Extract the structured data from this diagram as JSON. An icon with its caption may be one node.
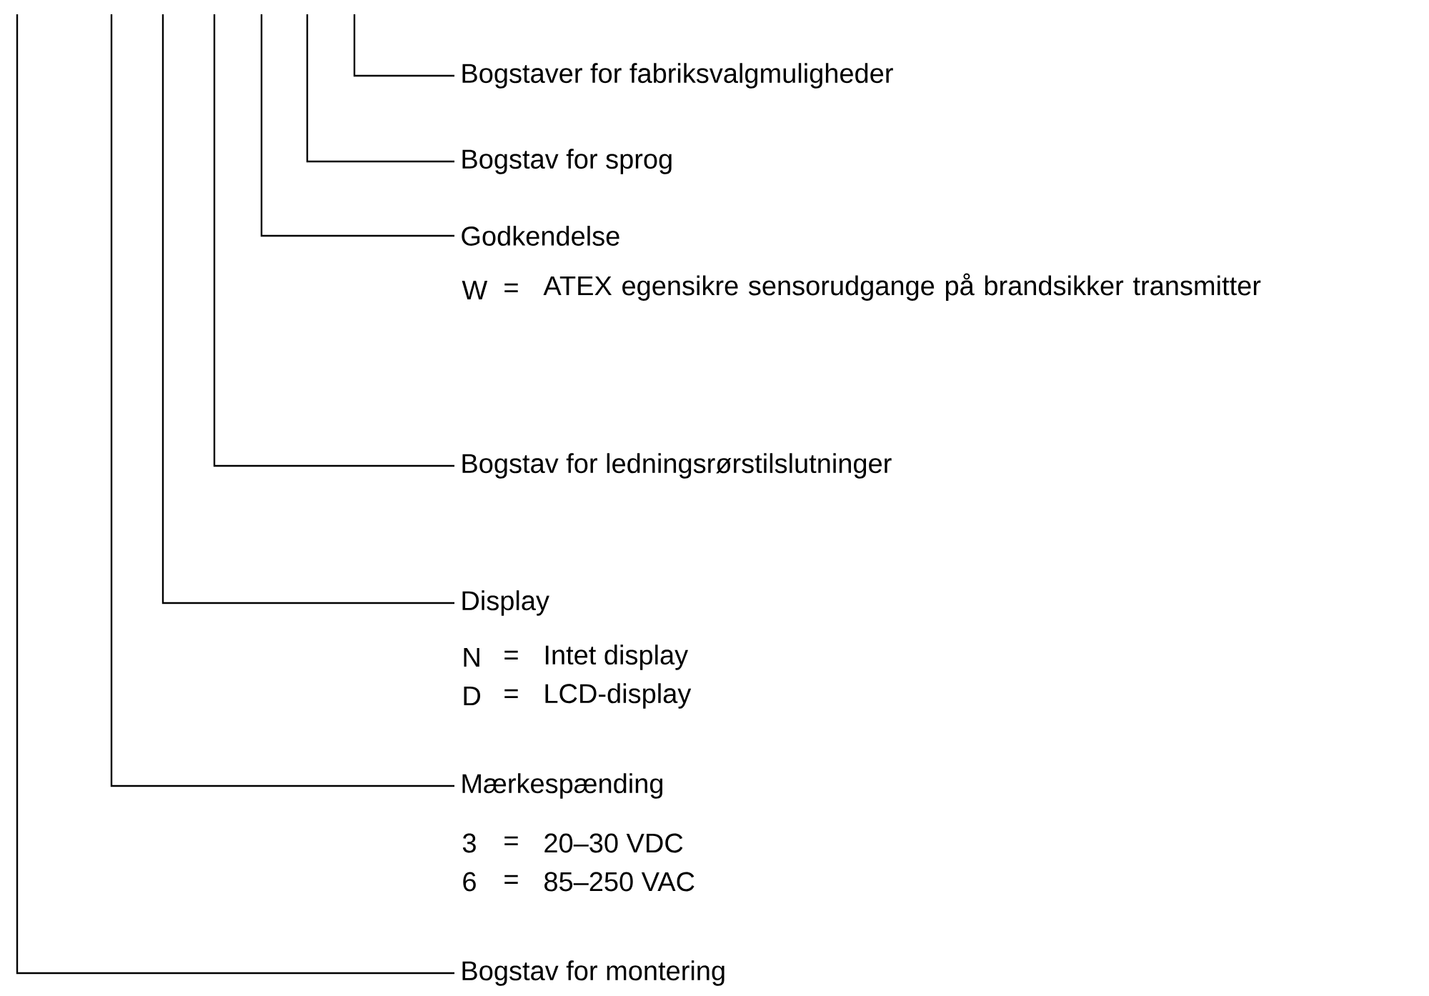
{
  "diagram": {
    "nodes": [
      {
        "text": [
          "Bogstaver for fabriksvalgmuligheder"
        ]
      },
      {
        "text": [
          "Bogstav for sprog"
        ]
      },
      {
        "text": [
          "Godkendelse"
        ]
      },
      {
        "text": [
          "Bogstav for ledningsrørstilslutninger"
        ]
      },
      {
        "text": [
          "Display"
        ]
      },
      {
        "text": [
          "Mærkespænding"
        ]
      },
      {
        "text": [
          "Bogstav for montering"
        ]
      }
    ],
    "edges": [
      {
        "from": null,
        "to": 0,
        "arrow": "none"
      },
      {
        "from": null,
        "to": 1,
        "arrow": "none"
      },
      {
        "from": null,
        "to": 2,
        "arrow": "none"
      },
      {
        "from": null,
        "to": 3,
        "arrow": "none"
      },
      {
        "from": null,
        "to": 4,
        "arrow": "none"
      },
      {
        "from": null,
        "to": 5,
        "arrow": "none"
      },
      {
        "from": null,
        "to": 6,
        "arrow": "none"
      }
    ],
    "labels": [
      "W",
      "=",
      "ATEX egensikre sensorudgange på brandsikker transmitter",
      "N",
      "=",
      "Intet display",
      "D",
      "=",
      "LCD-display",
      "3",
      "=",
      "20–30 VDC",
      "6",
      "=",
      "85–250 VAC"
    ]
  }
}
